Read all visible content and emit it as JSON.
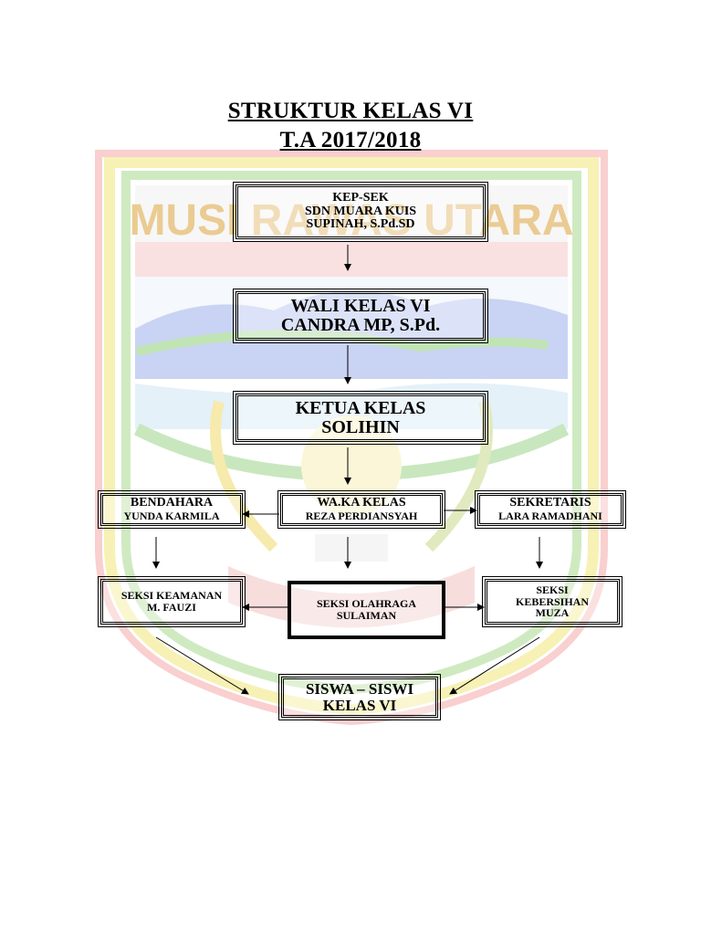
{
  "title": {
    "line1": "STRUKTUR KELAS VI",
    "line2": "T.A 2017/2018"
  },
  "background_emblem": {
    "text": "MUSI RAWAS UTARA",
    "colors": {
      "frame_outer": "#f5b5b5",
      "frame_mid": "#f3ec9a",
      "frame_inner": "#b9dfa4",
      "banner": "#f7d7d7",
      "blue": "#a9b7ee",
      "sky": "#eaf2fb"
    }
  },
  "nodes": {
    "kepsek": {
      "role": "KEP-SEK",
      "school": "SDN MUARA KUIS",
      "name": "SUPINAH, S.Pd.SD"
    },
    "walikelas": {
      "role": "WALI KELAS VI",
      "name": "CANDRA MP, S.Pd."
    },
    "ketua": {
      "role": "KETUA KELAS",
      "name": "SOLIHIN"
    },
    "bendahara": {
      "role": "BENDAHARA",
      "name": "YUNDA KARMILA"
    },
    "wakil": {
      "role": "WA.KA KELAS",
      "name": "REZA PERDIANSYAH"
    },
    "sekretaris": {
      "role": "SEKRETARIS",
      "name": "LARA RAMADHANI"
    },
    "keamanan": {
      "role": "SEKSI KEAMANAN",
      "name": "M. FAUZI"
    },
    "olahraga": {
      "role": "SEKSI OLAHRAGA",
      "name": "SULAIMAN"
    },
    "kebersihan": {
      "role1": "SEKSI",
      "role2": "KEBERSIHAN",
      "name": "MUZA"
    },
    "siswa": {
      "role": "SISWA – SISWI",
      "name": "KELAS VI"
    }
  }
}
